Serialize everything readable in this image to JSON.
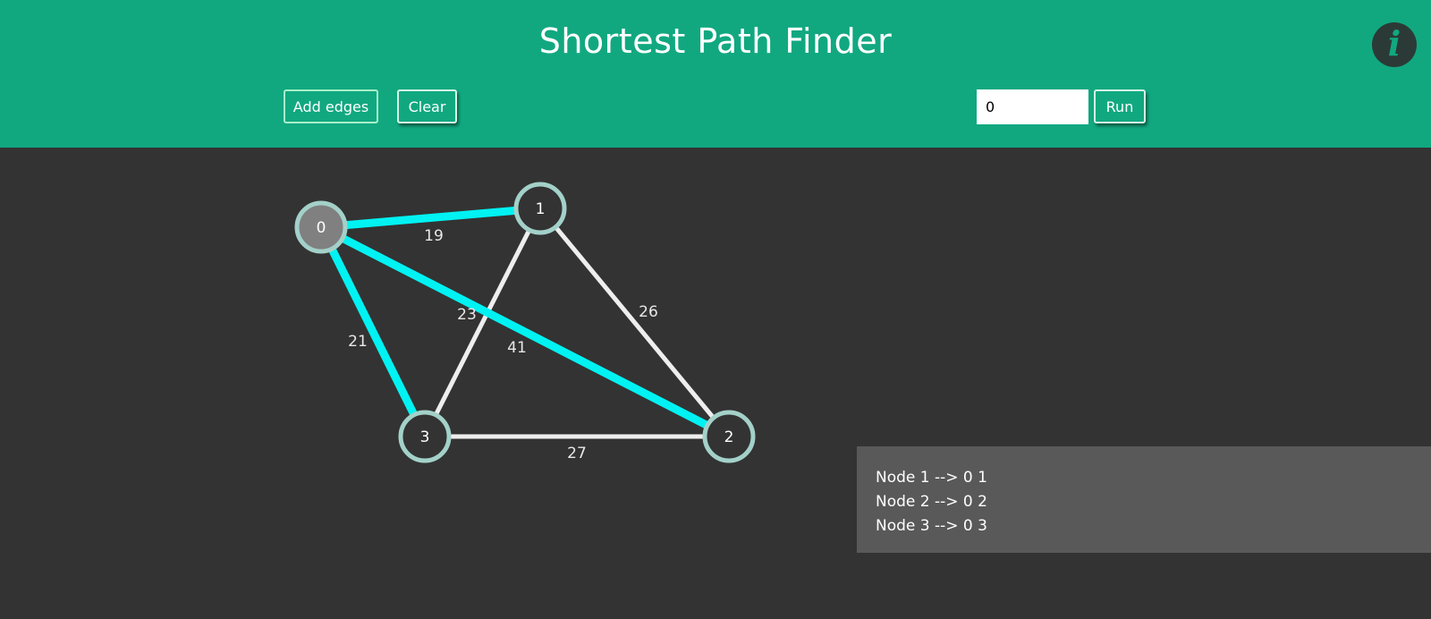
{
  "header": {
    "title": "Shortest Path Finder",
    "info_icon": "info-icon",
    "info_glyph": "i",
    "add_edges_label": "Add edges",
    "clear_label": "Clear",
    "source_value": "0",
    "run_label": "Run"
  },
  "colors": {
    "header_bg": "#11a880",
    "canvas_bg": "#333333",
    "highlight_edge": "#00f2f2",
    "normal_edge": "#eeeeee",
    "node_border": "#a3d1c9",
    "node_fill": "#333333",
    "source_node_fill": "#808080",
    "result_panel_bg": "#595959"
  },
  "graph": {
    "nodes": [
      {
        "id": "0",
        "label": "0",
        "source": true
      },
      {
        "id": "1",
        "label": "1",
        "source": false
      },
      {
        "id": "2",
        "label": "2",
        "source": false
      },
      {
        "id": "3",
        "label": "3",
        "source": false
      }
    ],
    "edges": [
      {
        "from": "0",
        "to": "1",
        "weight": "19",
        "in_shortest_path": true
      },
      {
        "from": "0",
        "to": "3",
        "weight": "21",
        "in_shortest_path": true
      },
      {
        "from": "0",
        "to": "2",
        "weight": "41",
        "in_shortest_path": true
      },
      {
        "from": "1",
        "to": "3",
        "weight": "23",
        "in_shortest_path": false
      },
      {
        "from": "1",
        "to": "2",
        "weight": "26",
        "in_shortest_path": false
      },
      {
        "from": "3",
        "to": "2",
        "weight": "27",
        "in_shortest_path": false
      }
    ]
  },
  "results": {
    "lines": [
      "Node 1 --> 0 1",
      "Node 2 --> 0 2",
      "Node 3 --> 0 3"
    ]
  }
}
